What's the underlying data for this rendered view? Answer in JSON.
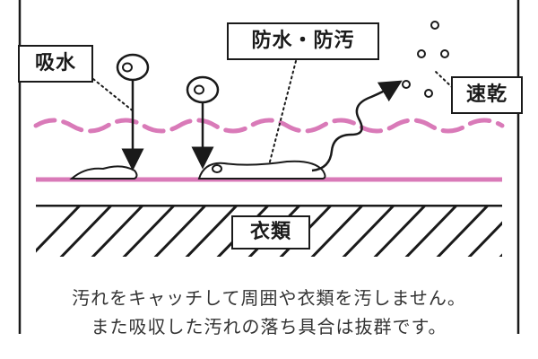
{
  "labels": {
    "absorb": "吸水",
    "waterproof": "防水・防汚",
    "quick_dry": "速乾",
    "clothes": "衣類"
  },
  "caption": {
    "line1": "汚れをキャッチして周囲や衣類を汚しません。",
    "line2": "また吸収した汚れの落ち具合は抜群です。"
  },
  "colors": {
    "ink": "#1a1a1a",
    "pink": "#d97ab8",
    "text": "#333333"
  }
}
